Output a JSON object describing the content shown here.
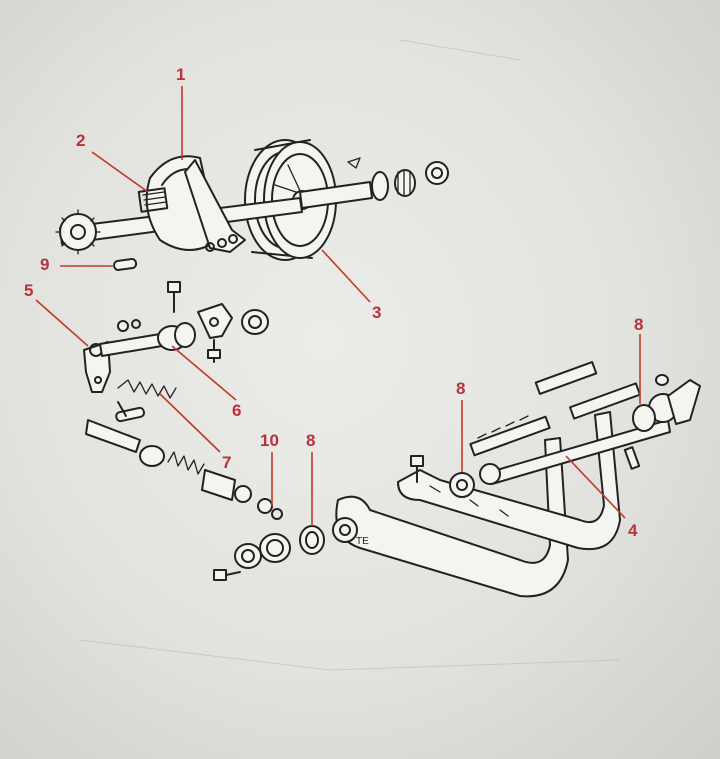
{
  "callouts": [
    {
      "id": "c1",
      "text": "1"
    },
    {
      "id": "c2",
      "text": "2"
    },
    {
      "id": "c3",
      "text": "3"
    },
    {
      "id": "c4",
      "text": "4"
    },
    {
      "id": "c5",
      "text": "5"
    },
    {
      "id": "c6",
      "text": "6"
    },
    {
      "id": "c7",
      "text": "7"
    },
    {
      "id": "c8a",
      "text": "8"
    },
    {
      "id": "c8b",
      "text": "8"
    },
    {
      "id": "c8c",
      "text": "8"
    },
    {
      "id": "c9",
      "text": "9"
    },
    {
      "id": "c10",
      "text": "10"
    }
  ],
  "stamp_text": "TE",
  "colors": {
    "callout": "#b8323b",
    "ink": "#222222",
    "paper": "#e6e6e2"
  }
}
